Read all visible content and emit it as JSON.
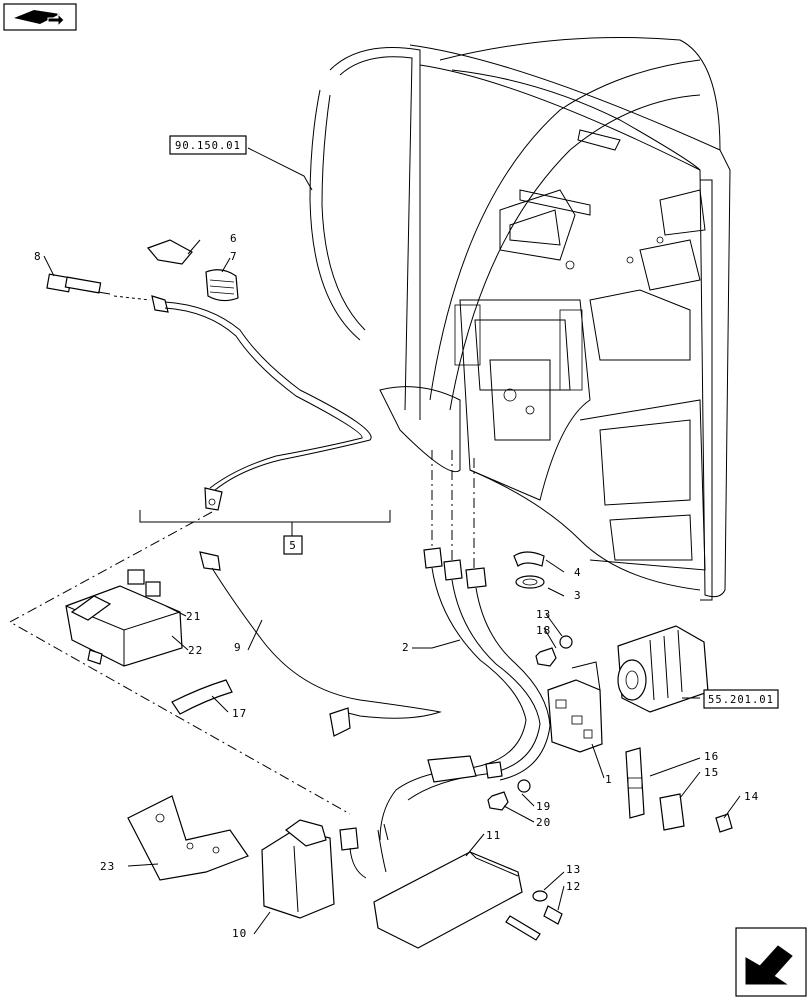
{
  "callouts": {
    "c1": "1",
    "c2": "2",
    "c3": "3",
    "c4": "4",
    "c5": "5",
    "c6": "6",
    "c7": "7",
    "c8": "8",
    "c9": "9",
    "c10": "10",
    "c11": "11",
    "c12": "12",
    "c13a": "13",
    "c13b": "13",
    "c14": "14",
    "c15": "15",
    "c16": "16",
    "c17": "17",
    "c18": "18",
    "c19": "19",
    "c20": "20",
    "c21": "21",
    "c22": "22",
    "c23": "23"
  },
  "references": {
    "cab": "90.150.01",
    "starter": "55.201.01"
  },
  "icons": {
    "top_left": "book-open-arrow-icon",
    "bottom_right": "next-page-arrow-icon"
  }
}
